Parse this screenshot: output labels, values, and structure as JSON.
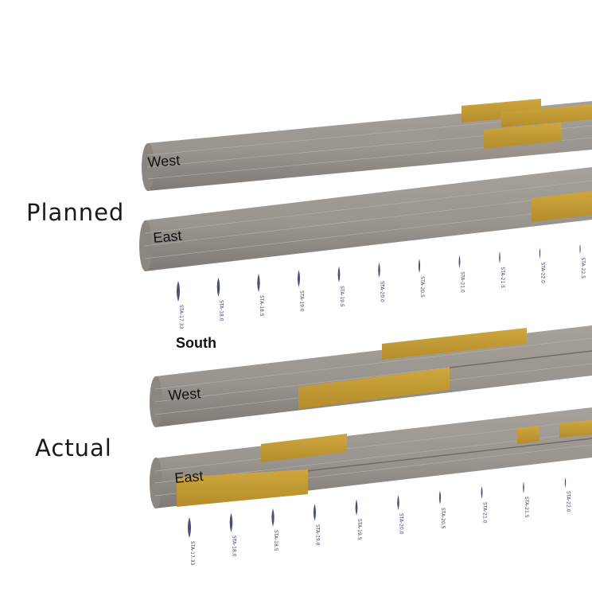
{
  "labels": {
    "planned": "Planned",
    "actual": "Actual",
    "south": "South",
    "west": "West",
    "east": "East"
  },
  "colors": {
    "tube": "#9a948f",
    "tube_dark": "#6f6a66",
    "tube_light": "#b6b0aa",
    "grid": "#b3ada7",
    "progress": "#c9a23a",
    "progress_dark": "#a07e25",
    "marker": "#4a4f7a"
  },
  "stations": {
    "planned": [
      "STA-17.33",
      "STA-18.0",
      "STA-18.5",
      "STA-19.0",
      "STA-19.5",
      "STA-20.0",
      "STA-20.5",
      "STA-21.0",
      "STA-21.5",
      "STA-22.0",
      "STA-22.5"
    ],
    "actual": [
      "STA-17.33",
      "STA-18.0",
      "STA-18.5",
      "STA-19.0",
      "STA-19.5",
      "STA-20.0",
      "STA-20.5",
      "STA-21.0",
      "STA-21.5",
      "STA-22.0"
    ]
  }
}
